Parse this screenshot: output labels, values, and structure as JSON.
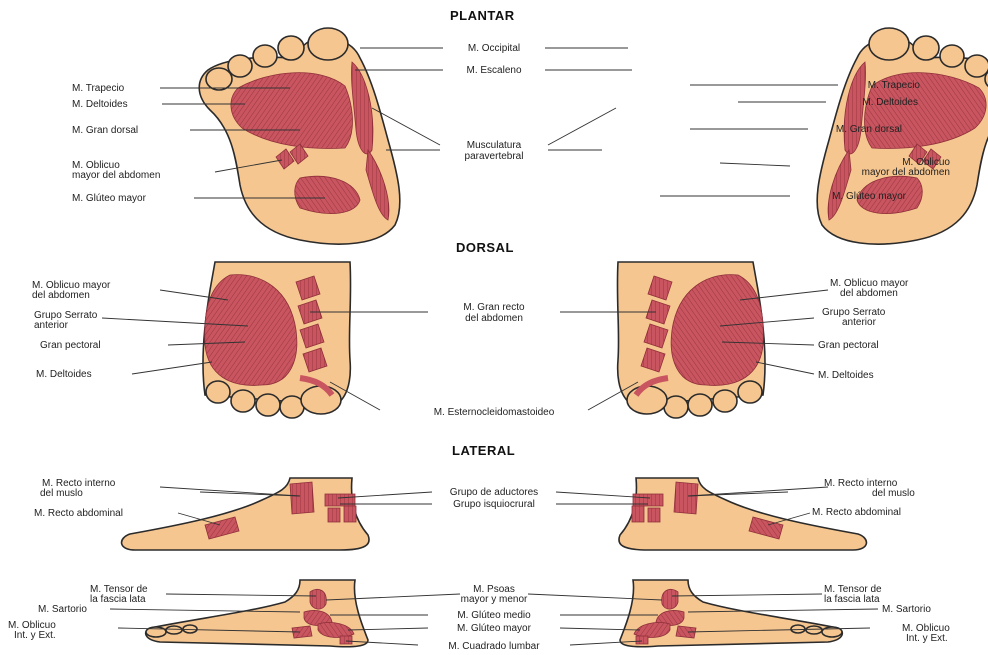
{
  "colors": {
    "skin": "#f6c690",
    "outline": "#2b2b2b",
    "muscle": "#c8555f",
    "muscle_line": "#8f2f3a",
    "leader": "#333333"
  },
  "sections": {
    "plantar": "PLANTAR",
    "dorsal": "DORSAL",
    "lateral": "LATERAL"
  },
  "plantar": {
    "occipital": "M. Occipital",
    "escaleno": "M. Escaleno",
    "musculatura_1": "Musculatura",
    "musculatura_2": "paravertebral",
    "left": {
      "trapecio": "M. Trapecio",
      "deltoides": "M. Deltoides",
      "gran_dorsal": "M. Gran dorsal",
      "oblicuo_1": "M. Oblicuo",
      "oblicuo_2": "mayor del abdomen",
      "gluteo": "M. Glúteo mayor"
    },
    "right": {
      "trapecio": "M. Trapecio",
      "deltoides": "M. Deltoides",
      "gran_dorsal": "M. Gran dorsal",
      "oblicuo_1": "M. Oblicuo",
      "oblicuo_2": "mayor del abdomen",
      "gluteo": "M. Glúteo mayor"
    }
  },
  "dorsal": {
    "gran_recto_1": "M. Gran recto",
    "gran_recto_2": "del abdomen",
    "esternocleido": "M. Esternocleidomastoideo",
    "left": {
      "oblicuo_1": "M. Oblicuo mayor",
      "oblicuo_2": "del abdomen",
      "serrato_1": "Grupo Serrato",
      "serrato_2": "anterior",
      "pectoral": "Gran pectoral",
      "deltoides": "M. Deltoides"
    },
    "right": {
      "oblicuo_1": "M. Oblicuo mayor",
      "oblicuo_2": "del abdomen",
      "serrato_1": "Grupo Serrato",
      "serrato_2": "anterior",
      "pectoral": "Gran pectoral",
      "deltoides": "M. Deltoides"
    }
  },
  "lateral": {
    "aductores": "Grupo de aductores",
    "isquiocrural": "Grupo isquiocrural",
    "psoas_1": "M. Psoas",
    "psoas_2": "mayor y menor",
    "gluteo_medio": "M. Glúteo medio",
    "gluteo_mayor": "M. Glúteo mayor",
    "cuadrado": "M. Cuadrado lumbar",
    "left": {
      "recto_interno_1": "M. Recto interno",
      "recto_interno_2": "del muslo",
      "recto_abdominal": "M. Recto abdominal",
      "tensor_1": "M. Tensor de",
      "tensor_2": "la fascia lata",
      "sartorio": "M. Sartorio",
      "oblicuo_1": "M. Oblicuo",
      "oblicuo_2": "Int. y Ext."
    },
    "right": {
      "recto_interno_1": "M. Recto interno",
      "recto_interno_2": "del muslo",
      "recto_abdominal": "M. Recto abdominal",
      "tensor_1": "M. Tensor de",
      "tensor_2": "la fascia lata",
      "sartorio": "M. Sartorio",
      "oblicuo_1": "M. Oblicuo",
      "oblicuo_2": "Int. y Ext."
    }
  }
}
